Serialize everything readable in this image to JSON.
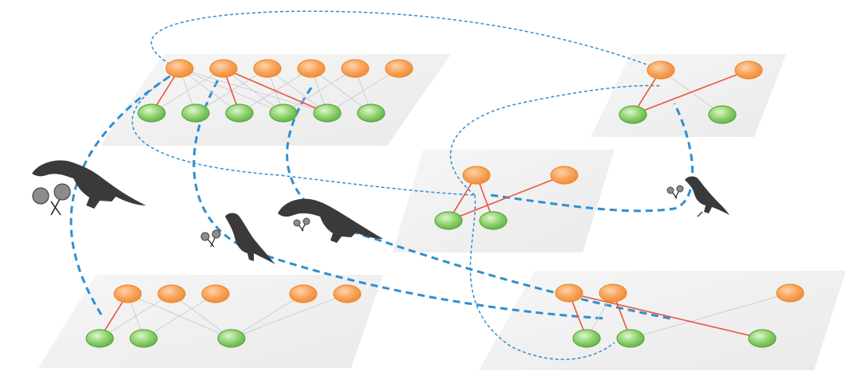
{
  "colors": {
    "background": "#ffffff",
    "plane": "#efefef",
    "consumer_node": "#f7a35c",
    "consumer_node_stroke": "#f08a2c",
    "resource_node": "#8ed26c",
    "resource_node_stroke": "#5aa83c",
    "weak_link": "#c9c9c9",
    "strong_link": "#e8553f",
    "dispersal_link": "#2f8fd0",
    "bird": "#3a3a3a",
    "seed": "#8c8c8c"
  },
  "networks": [
    {
      "id": "network-1",
      "consumers": 6,
      "resources": 6,
      "weak_links": [
        [
          0,
          1
        ],
        [
          0,
          2
        ],
        [
          0,
          3
        ],
        [
          1,
          0
        ],
        [
          1,
          2
        ],
        [
          1,
          3
        ],
        [
          1,
          4
        ],
        [
          2,
          1
        ],
        [
          2,
          3
        ],
        [
          2,
          4
        ],
        [
          3,
          2
        ],
        [
          3,
          4
        ],
        [
          3,
          5
        ],
        [
          4,
          3
        ],
        [
          4,
          5
        ],
        [
          5,
          4
        ]
      ],
      "strong_links": [
        [
          0,
          0
        ],
        [
          1,
          2
        ],
        [
          1,
          4
        ]
      ]
    },
    {
      "id": "network-2",
      "consumers": 2,
      "resources": 2,
      "weak_links": [
        [
          0,
          1
        ]
      ],
      "strong_links": [
        [
          0,
          0
        ],
        [
          1,
          0
        ]
      ]
    },
    {
      "id": "network-3",
      "consumers": 2,
      "resources": 2,
      "weak_links": [],
      "strong_links": [
        [
          0,
          0
        ],
        [
          0,
          1
        ],
        [
          1,
          0
        ]
      ]
    },
    {
      "id": "network-4",
      "consumers": 5,
      "resources": 3,
      "weak_links": [
        [
          0,
          1
        ],
        [
          0,
          2
        ],
        [
          1,
          0
        ],
        [
          1,
          2
        ],
        [
          2,
          1
        ],
        [
          3,
          2
        ],
        [
          4,
          2
        ]
      ],
      "strong_links": [
        [
          0,
          0
        ]
      ]
    },
    {
      "id": "network-5",
      "consumers": 3,
      "resources": 3,
      "weak_links": [
        [
          1,
          0
        ],
        [
          2,
          1
        ]
      ],
      "strong_links": [
        [
          0,
          0
        ],
        [
          0,
          2
        ],
        [
          1,
          1
        ]
      ]
    }
  ],
  "dispersers": [
    {
      "id": "hornbill-large",
      "icon": "bird-silhouette-icon",
      "seeds": "seed-pair-icon"
    },
    {
      "id": "songbird",
      "icon": "bird-silhouette-icon",
      "seeds": "seed-pair-icon"
    },
    {
      "id": "hornbill-medium",
      "icon": "bird-silhouette-icon",
      "seeds": "seed-pair-icon"
    },
    {
      "id": "small-bird",
      "icon": "bird-silhouette-icon",
      "seeds": "seed-pair-icon"
    }
  ]
}
